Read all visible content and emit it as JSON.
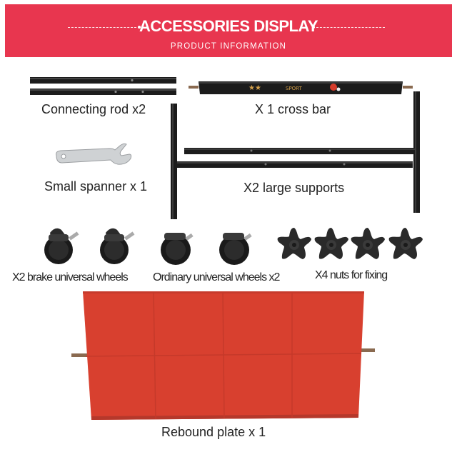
{
  "header": {
    "title": "ACCESSORIES DISPLAY",
    "subtitle": "PRODUCT INFORMATION",
    "background": "#e8364f"
  },
  "parts": {
    "connecting_rod": "Connecting rod x2",
    "cross_bar": "X 1 cross bar",
    "spanner": "Small spanner x 1",
    "large_supports": "X2 large supports",
    "brake_wheels": "X2 brake universal wheels",
    "ordinary_wheels": "Ordinary universal wheels x2",
    "nuts": "X4 nuts for fixing",
    "rebound_plate": "Rebound plate x 1"
  },
  "colors": {
    "rod": "#1c1c1c",
    "plate": "#d8402f",
    "plate_dark": "#b5382b"
  }
}
